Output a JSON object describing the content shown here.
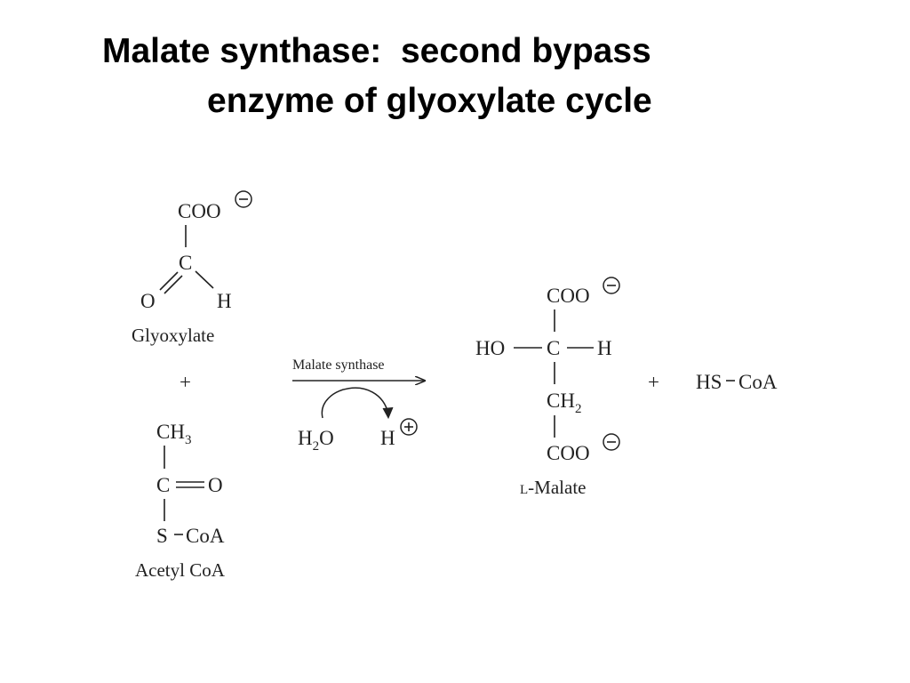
{
  "title": {
    "line1": "Malate synthase:  second bypass",
    "line2": "enzyme of glyoxylate cycle"
  },
  "glyoxylate": {
    "carboxylate": "COO",
    "carbon": "C",
    "oxygen": "O",
    "hydrogen": "H",
    "name": "Glyoxylate"
  },
  "plus": "+",
  "acetyl_coa": {
    "methyl": "CH",
    "methyl_sub": "3",
    "carbon": "C",
    "oxygen": "O",
    "thioester_s": "S",
    "coa": "CoA",
    "name": "Acetyl CoA"
  },
  "reaction": {
    "enzyme": "Malate synthase",
    "water": "H",
    "water_sub": "2",
    "water_o": "O",
    "proton": "H"
  },
  "malate": {
    "top_carboxylate": "COO",
    "hydroxyl": "HO",
    "carbon": "C",
    "hydrogen": "H",
    "methylene": "CH",
    "methylene_sub": "2",
    "bottom_carboxylate": "COO",
    "prefix": "L",
    "name": "-Malate"
  },
  "hs_coa": {
    "hs": "HS",
    "coa": "CoA"
  }
}
